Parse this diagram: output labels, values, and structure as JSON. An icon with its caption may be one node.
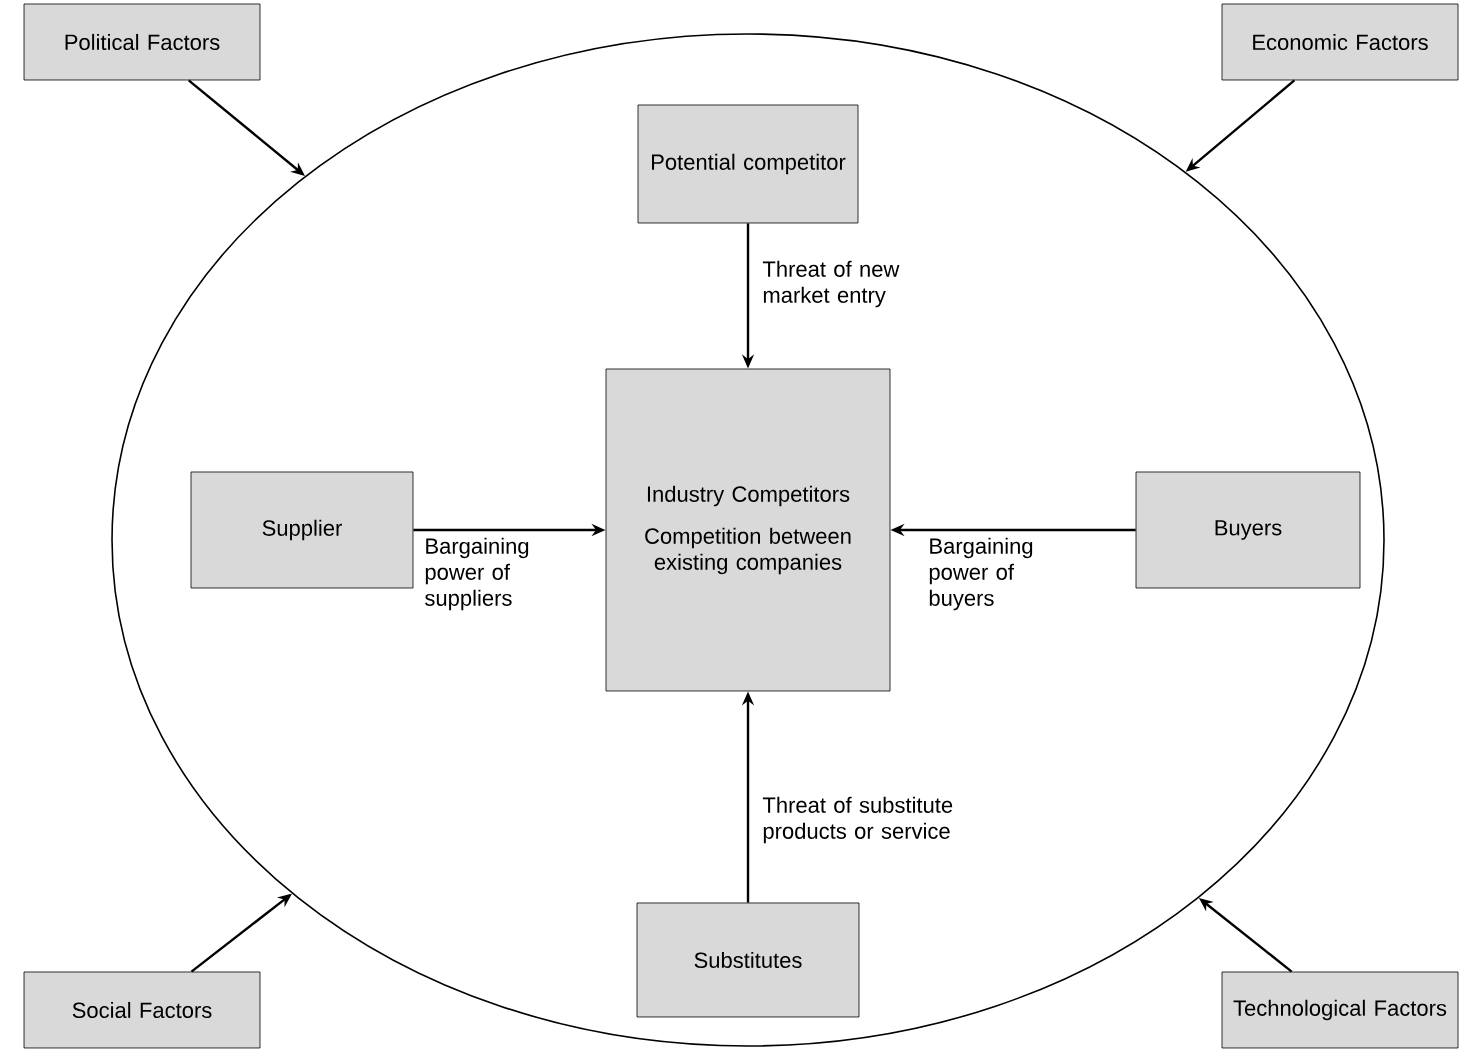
{
  "diagram": {
    "nodes": [
      {
        "text": [],
        "shape": "circle"
      },
      {
        "text": [
          "Political Factors"
        ]
      },
      {
        "text": [
          "Economic Factors"
        ]
      },
      {
        "text": [
          "Potential competitor"
        ],
        "in": 0
      },
      {
        "text": [
          "Industry Competitors",
          "Competition between existing companies"
        ],
        "in": 0
      },
      {
        "text": [
          "Supplier"
        ],
        "in": 0
      },
      {
        "text": [
          "Buyers"
        ],
        "in": 0
      },
      {
        "text": [
          "Substitutes"
        ],
        "in": 0
      },
      {
        "text": [
          "Social Factors"
        ]
      },
      {
        "text": [
          "Technological Factors"
        ]
      }
    ],
    "edges": [
      {
        "from": 1,
        "to": 0,
        "arrow": "to"
      },
      {
        "from": 2,
        "to": 0,
        "arrow": "to"
      },
      {
        "from": 8,
        "to": 0,
        "arrow": "to"
      },
      {
        "from": 9,
        "to": 0,
        "arrow": "to"
      },
      {
        "from": 3,
        "to": 4,
        "arrow": "to",
        "label": "Threat of new market entry"
      },
      {
        "from": 5,
        "to": 4,
        "arrow": "to",
        "label": "Bargaining power of suppliers"
      },
      {
        "from": 6,
        "to": 4,
        "arrow": "to",
        "label": "Bargaining power of buyers"
      },
      {
        "from": 7,
        "to": 4,
        "arrow": "to",
        "label": "Threat of substitute products or service"
      }
    ]
  }
}
